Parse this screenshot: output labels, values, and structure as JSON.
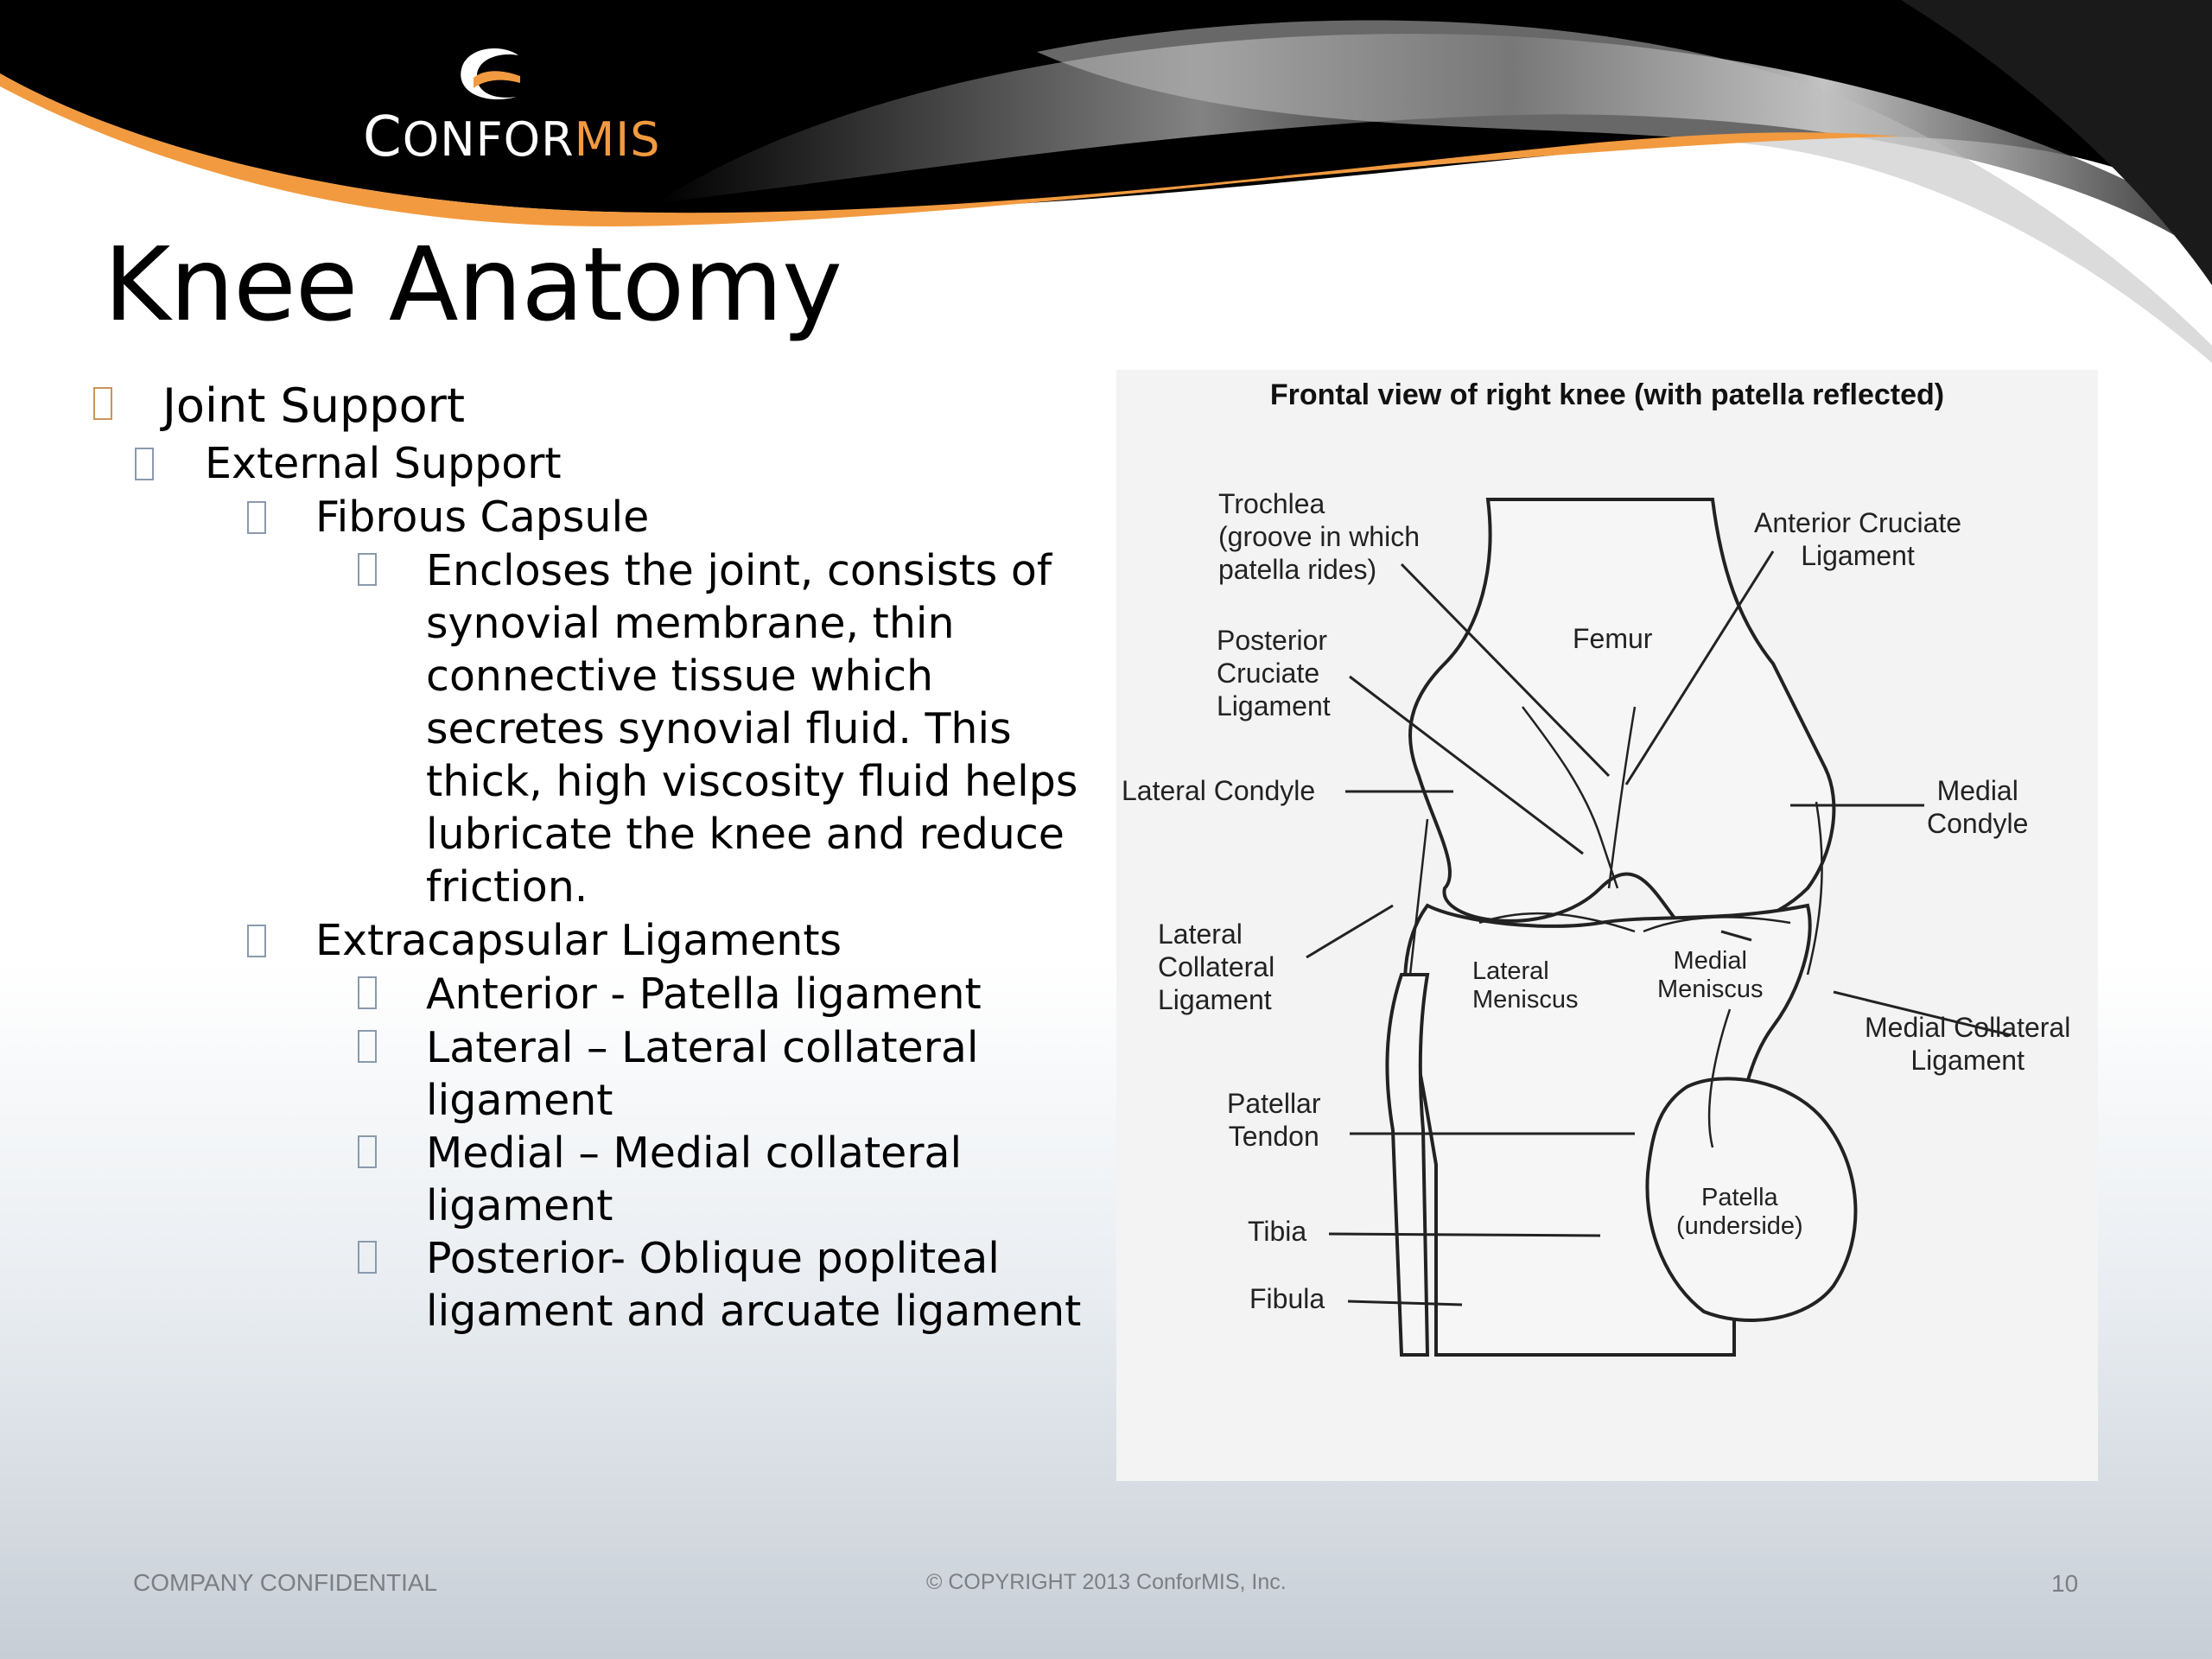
{
  "brand": {
    "logo_prefix": "C",
    "logo_main": "ONFOR",
    "logo_accent": "MIS"
  },
  "colors": {
    "accent_orange": "#f29a3f",
    "header_black": "#000000",
    "bullet_l1": "#c9965a",
    "bullet_sub": "#8a9aad"
  },
  "slide": {
    "title": "Knee Anatomy",
    "bullets": [
      {
        "level": 1,
        "text": "Joint Support"
      },
      {
        "level": 2,
        "text": "External Support"
      },
      {
        "level": 3,
        "text": "Fibrous Capsule"
      },
      {
        "level": 4,
        "lines": [
          "Encloses the joint, consists of",
          "synovial membrane, thin",
          "connective tissue which",
          "secretes synovial fluid. This",
          "thick, high viscosity fluid helps",
          "lubricate the knee and reduce",
          "friction."
        ]
      },
      {
        "level": 3,
        "text": "Extracapsular Ligaments"
      },
      {
        "level": 4,
        "lines": [
          "Anterior - Patella ligament"
        ]
      },
      {
        "level": 4,
        "lines": [
          "Lateral – Lateral collateral",
          "ligament"
        ]
      },
      {
        "level": 4,
        "lines": [
          "Medial – Medial collateral",
          "ligament"
        ]
      },
      {
        "level": 4,
        "lines": [
          "Posterior- Oblique popliteal",
          "ligament and arcuate ligament"
        ]
      }
    ]
  },
  "figure": {
    "title": "Frontal view of right knee (with patella reflected)",
    "labels": {
      "trochlea": "Trochlea\n(groove in which\npatella rides)",
      "acl": "Anterior Cruciate\nLigament",
      "femur": "Femur",
      "pcl": "Posterior\nCruciate\nLigament",
      "lateral_condyle": "Lateral Condyle",
      "medial_condyle": "Medial\nCondyle",
      "lcl": "Lateral\nCollateral\nLigament",
      "lateral_meniscus": "Lateral\nMeniscus",
      "medial_meniscus": "Medial\nMeniscus",
      "mcl": "Medial Collateral\nLigament",
      "patellar_tendon": "Patellar\nTendon",
      "patella": "Patella\n(underside)",
      "tibia": "Tibia",
      "fibula": "Fibula"
    }
  },
  "footer": {
    "left": "COMPANY CONFIDENTIAL",
    "center": "© COPYRIGHT 2013  ConforMIS, Inc.",
    "page_number": "10"
  }
}
